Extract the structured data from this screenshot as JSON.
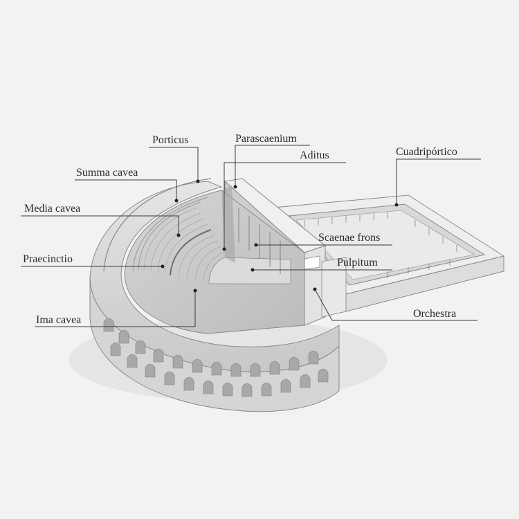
{
  "labels": {
    "porticus": "Porticus",
    "parascaenium": "Parascaenium",
    "aditus": "Aditus",
    "cuadriportico": "Cuadripórtico",
    "summa_cavea": "Summa cavea",
    "media_cavea": "Media cavea",
    "praecinctio": "Praecinctio",
    "ima_cavea": "Ima cavea",
    "scaenae_frons": "Scaenae frons",
    "pulpitum": "Pulpitum",
    "orchestra": "Orchestra"
  }
}
